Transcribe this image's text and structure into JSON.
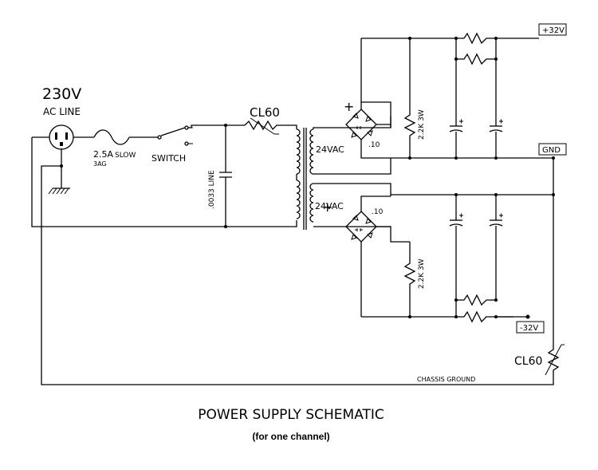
{
  "diagram": {
    "title": "POWER SUPPLY SCHEMATIC",
    "subtitle": "(for one channel)",
    "labels": {
      "voltage_in": "230V",
      "ac_line": "AC LINE",
      "fuse_rating": "2.5A",
      "fuse_slow": "SLOW",
      "fuse_type": "3AG",
      "switch": "SWITCH",
      "line_cap": ".0033 LINE",
      "thermistor_top": "CL60",
      "thermistor_bottom": "CL60",
      "secondary_top": "24VAC",
      "secondary_bottom": "24VAC",
      "bridge_cap_top": ".10",
      "bridge_cap_bottom": ".10",
      "bleeder_top": "2.2K 3W",
      "bleeder_bottom": "2.2K 3W",
      "rail_pos": "+32V",
      "rail_gnd": "GND",
      "rail_neg": "-32V",
      "chassis_ground": "CHASSIS GROUND",
      "plus_sign": "+"
    }
  }
}
